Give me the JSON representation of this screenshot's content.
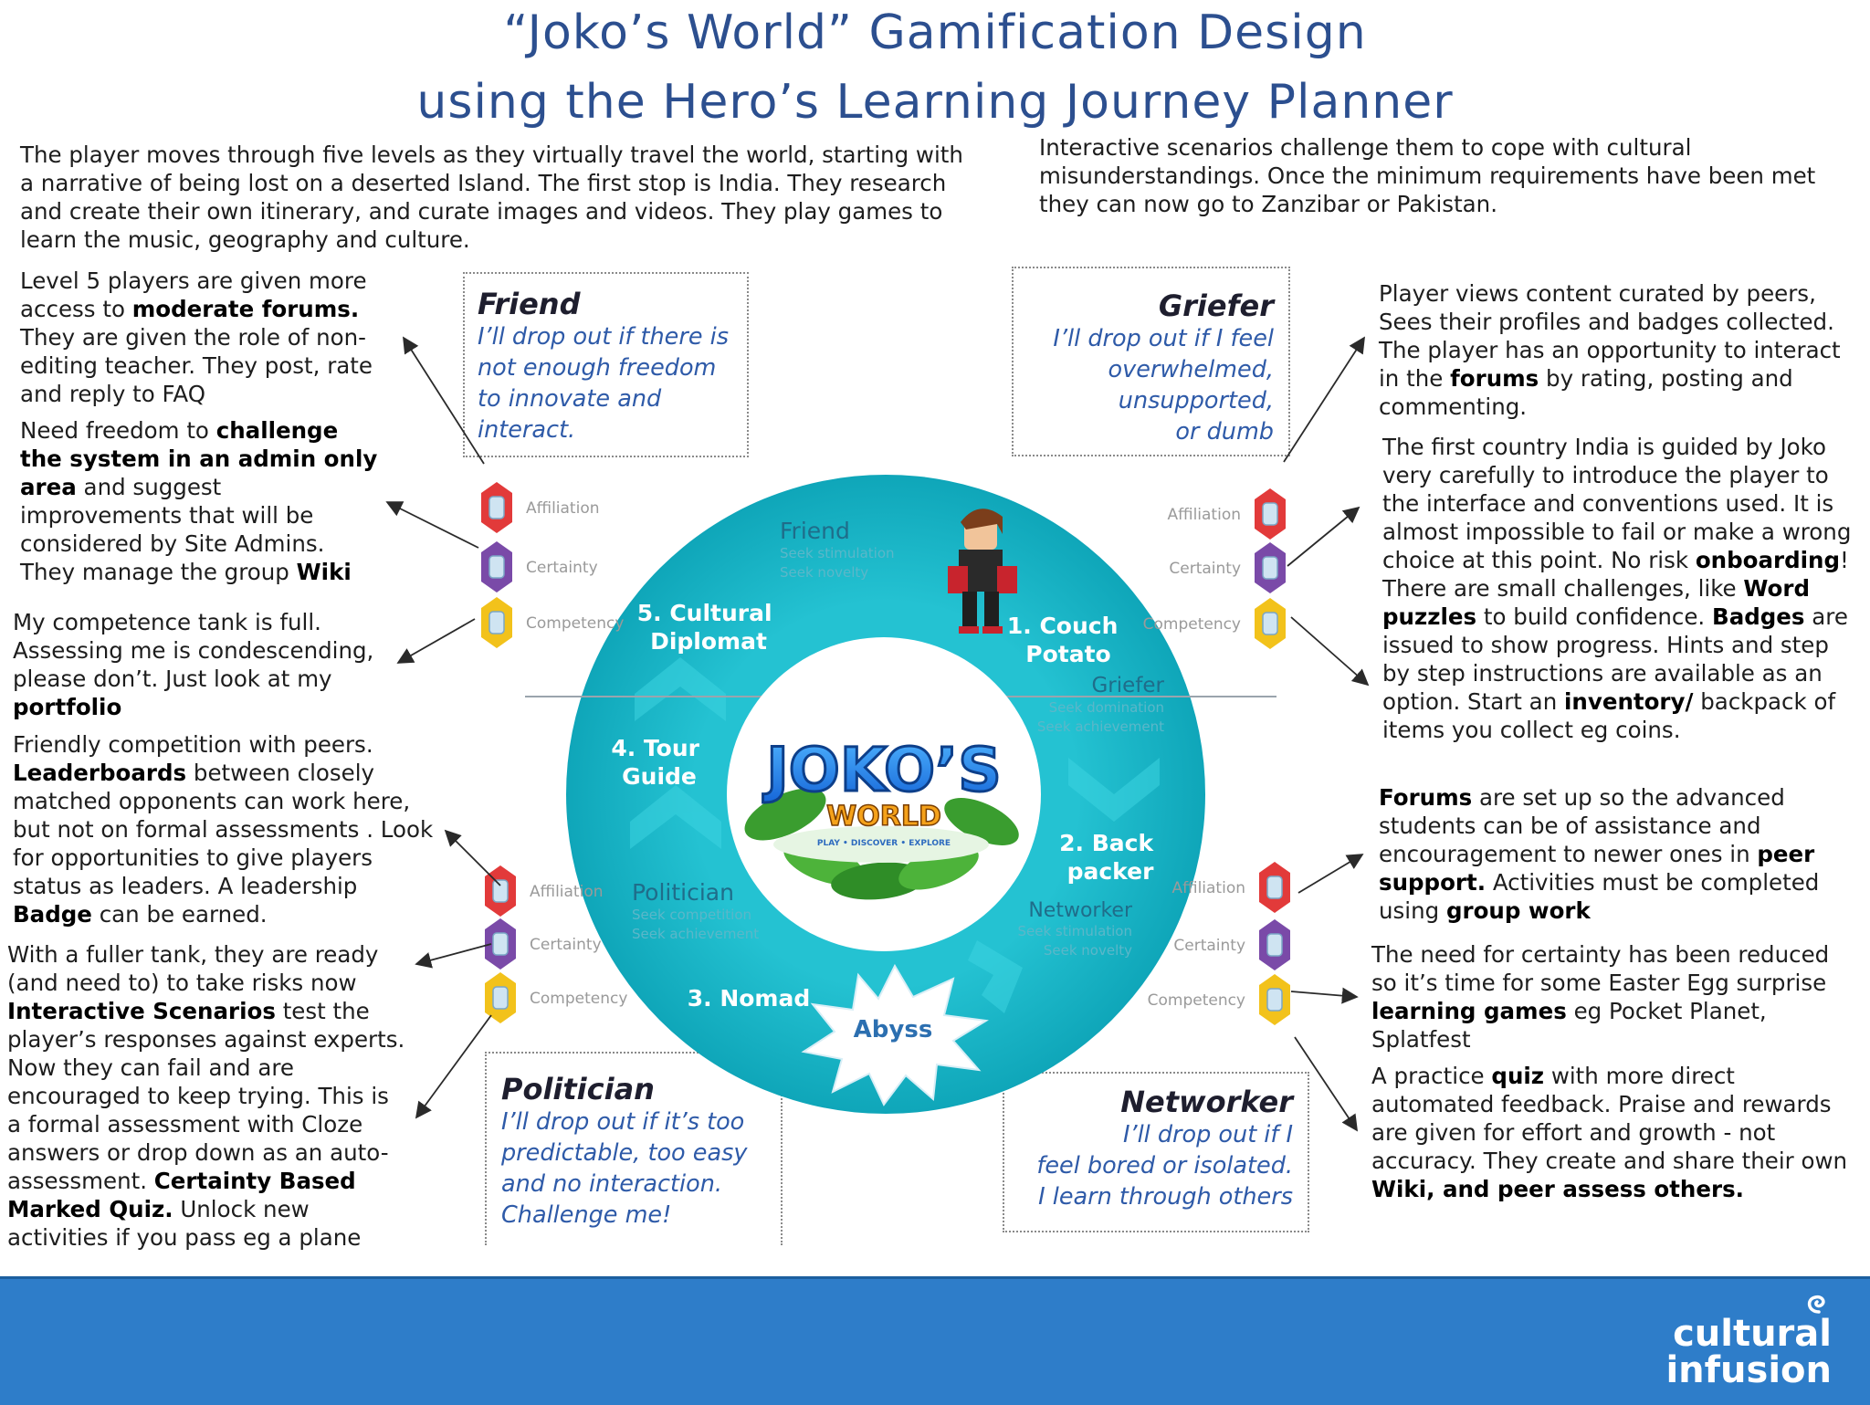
{
  "title": {
    "line1": "“Joko’s World” Gamification Design",
    "line2": "using the Hero’s Learning Journey Planner"
  },
  "intro": {
    "left_html": "The player moves through five levels as they virtually travel the world, starting with a narrative of being lost on a deserted Island. The first stop is India. They research and create their own itinerary, and curate images and videos. They play games to learn the music, geography and culture.",
    "right_html": "Interactive scenarios challenge them to cope with cultural misunderstandings. Once the minimum requirements have been met they can now go to Zanzibar or Pakistan."
  },
  "left_notes": [
    "Level 5 players are given more access to <b>moderate forums.</b> They are given the role of non-editing teacher. They post, rate and reply to FAQ",
    "Need freedom to <b>challenge the system in an admin only area</b> and suggest improvements that will be considered by Site Admins. They manage the group <b>Wiki</b>",
    "My competence tank is full. Assessing me is condescending, please don’t. Just look at my <b>portfolio</b>",
    "Friendly competition with peers. <b>Leaderboards</b> between closely matched opponents can work here, but not on formal assessments . Look for opportunities to give players status as leaders. A leadership <b>Badge</b> can be earned.",
    "With a fuller tank, they are ready (and need to) to take risks now <b>Interactive Scenarios</b> test the player’s responses against experts. Now they can fail and are encouraged to keep trying. This is a formal assessment with Cloze answers or drop down as an auto-assessment. <b>Certainty Based Marked Quiz.</b> Unlock new activities if you pass eg a plane"
  ],
  "right_notes": [
    "Player views content curated by peers, Sees their profiles and badges collected. The player has an opportunity to interact in the <b>forums</b> by rating, posting and commenting.",
    "The first country India is  guided by Joko very carefully to introduce the player to the interface and conventions used. It is almost impossible to fail or make a wrong choice at this point. No risk <b>onboarding</b>!<br>There are small challenges, like <b>Word puzzles</b> to build confidence. <b>Badges</b> are issued to show progress. Hints and step by step instructions are available as an option. Start an <b>inventory/</b> backpack of items you collect eg coins.",
    "<b>Forums</b> are set up so the advanced students can be of assistance and encouragement to newer ones in <b>peer support.</b> Activities must be completed using  <b>group work</b>",
    "The need for certainty has been reduced so it’s time for some Easter Egg surprise <b>learning games</b> eg Pocket Planet, Splatfest",
    "A practice <b>quiz</b> with more direct automated feedback. Praise and rewards are given for effort and growth - not accuracy. They create and share their own <b>Wiki, and peer assess  others.</b>"
  ],
  "player_types": {
    "friend": {
      "name": "Friend",
      "quote": [
        "I’ll drop out if there is",
        "not enough freedom",
        "to innovate and",
        "interact."
      ]
    },
    "griefer": {
      "name": "Griefer",
      "quote": [
        "I’ll drop out if I feel",
        "overwhelmed,",
        "unsupported,",
        "or dumb"
      ]
    },
    "politician": {
      "name": "Politician",
      "quote": [
        "I’ll drop out if it’s too",
        "predictable, too easy",
        "and no interaction.",
        "Challenge me!"
      ]
    },
    "networker": {
      "name": "Networker",
      "quote": [
        "I’ll drop out if I",
        "feel bored or isolated.",
        "I learn through others"
      ]
    }
  },
  "needs": [
    "Affiliation",
    "Certainty",
    "Competency"
  ],
  "wheel": {
    "levels": [
      "1. Couch Potato",
      "2. Back packer",
      "3. Nomad",
      "4. Tour Guide",
      "5. Cultural Diplomat"
    ],
    "quadrants": {
      "friend": {
        "name": "Friend",
        "lines": [
          "Seek stimulation",
          "Seek novelty"
        ]
      },
      "griefer": {
        "name": "Griefer",
        "lines": [
          "Seek domination",
          "Seek achievement"
        ]
      },
      "politician": {
        "name": "Politician",
        "lines": [
          "Seek competition",
          "Seek achievement"
        ]
      },
      "networker": {
        "name": "Networker",
        "lines": [
          "Seek stimulation",
          "Seek novelty"
        ]
      }
    },
    "abyss": "Abyss",
    "logo": {
      "line1": "JOKO’S",
      "line2": "WORLD",
      "tagline": "PLAY • DISCOVER • EXPLORE"
    }
  },
  "footer": {
    "brand_line1": "cultural",
    "brand_line2": "infusion"
  },
  "colors": {
    "title": "#2c4f8f",
    "wheel": "#16b0c2",
    "quote": "#2e5aa8",
    "footer": "#2e7dc9"
  }
}
